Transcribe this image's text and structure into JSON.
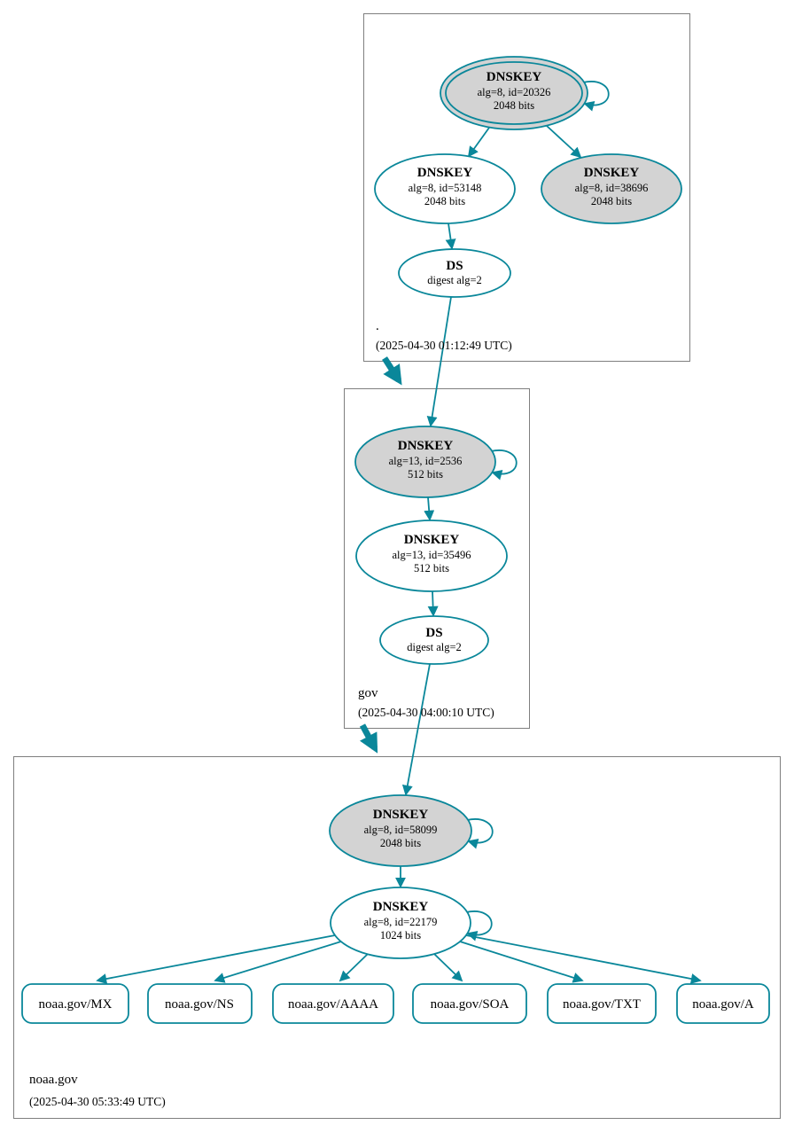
{
  "colors": {
    "edge_teal": "#0a879a",
    "node_fill_gray": "#d3d3d3",
    "node_fill_white": "#ffffff",
    "zone_border_gray": "#7f7f7f",
    "text_black": "#000000"
  },
  "zones": [
    {
      "name": ".",
      "timestamp": "(2025-04-30 01:12:49 UTC)",
      "nodes": {
        "ksk": {
          "title": "DNSKEY",
          "attrs": "alg=8, id=20326",
          "bits": "2048 bits"
        },
        "zsk": {
          "title": "DNSKEY",
          "attrs": "alg=8, id=53148",
          "bits": "2048 bits"
        },
        "extra": {
          "title": "DNSKEY",
          "attrs": "alg=8, id=38696",
          "bits": "2048 bits"
        },
        "ds": {
          "title": "DS",
          "attrs": "digest alg=2"
        }
      }
    },
    {
      "name": "gov",
      "timestamp": "(2025-04-30 04:00:10 UTC)",
      "nodes": {
        "ksk": {
          "title": "DNSKEY",
          "attrs": "alg=13, id=2536",
          "bits": "512 bits"
        },
        "zsk": {
          "title": "DNSKEY",
          "attrs": "alg=13, id=35496",
          "bits": "512 bits"
        },
        "ds": {
          "title": "DS",
          "attrs": "digest alg=2"
        }
      }
    },
    {
      "name": "noaa.gov",
      "timestamp": "(2025-04-30 05:33:49 UTC)",
      "nodes": {
        "ksk": {
          "title": "DNSKEY",
          "attrs": "alg=8, id=58099",
          "bits": "2048 bits"
        },
        "zsk": {
          "title": "DNSKEY",
          "attrs": "alg=8, id=22179",
          "bits": "1024 bits"
        }
      },
      "rrsets": [
        {
          "label": "noaa.gov/MX"
        },
        {
          "label": "noaa.gov/NS"
        },
        {
          "label": "noaa.gov/AAAA"
        },
        {
          "label": "noaa.gov/SOA"
        },
        {
          "label": "noaa.gov/TXT"
        },
        {
          "label": "noaa.gov/A"
        }
      ]
    }
  ]
}
